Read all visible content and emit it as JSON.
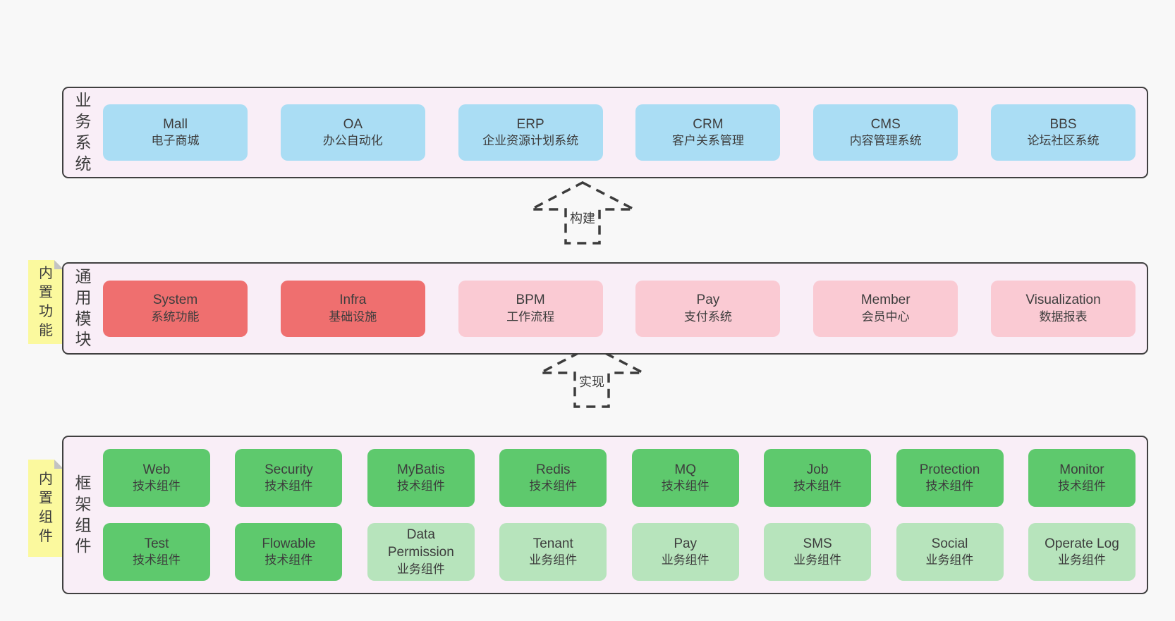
{
  "colors": {
    "page_bg": "#f8f8f8",
    "band_bg": "#f9eef7",
    "band_border": "#404040",
    "box_blue": "#aaddf4",
    "box_red": "#ef6f6f",
    "box_pink": "#facad3",
    "box_green": "#5ec96d",
    "box_green_light": "#b7e4bc",
    "sticky_yellow": "#fbf99e",
    "sticky_fold": "#c3c3c3",
    "text": "#3b3b3b",
    "arrow": "#3c3c3c"
  },
  "bands": [
    {
      "label": "业务系统",
      "sticky": null,
      "rows": [
        [
          {
            "en": "Mall",
            "zh": "电子商城",
            "variant": "blue"
          },
          {
            "en": "OA",
            "zh": "办公自动化",
            "variant": "blue"
          },
          {
            "en": "ERP",
            "zh": "企业资源计划系统",
            "variant": "blue"
          },
          {
            "en": "CRM",
            "zh": "客户关系管理",
            "variant": "blue"
          },
          {
            "en": "CMS",
            "zh": "内容管理系统",
            "variant": "blue"
          },
          {
            "en": "BBS",
            "zh": "论坛社区系统",
            "variant": "blue"
          }
        ]
      ]
    },
    {
      "label": "通用模块",
      "sticky": "内置功能",
      "rows": [
        [
          {
            "en": "System",
            "zh": "系统功能",
            "variant": "red"
          },
          {
            "en": "Infra",
            "zh": "基础设施",
            "variant": "red"
          },
          {
            "en": "BPM",
            "zh": "工作流程",
            "variant": "pink"
          },
          {
            "en": "Pay",
            "zh": "支付系统",
            "variant": "pink"
          },
          {
            "en": "Member",
            "zh": "会员中心",
            "variant": "pink"
          },
          {
            "en": "Visualization",
            "zh": "数据报表",
            "variant": "pink"
          }
        ]
      ]
    },
    {
      "label": "框架组件",
      "sticky": "内置组件",
      "rows": [
        [
          {
            "en": "Web",
            "zh": "技术组件",
            "variant": "green"
          },
          {
            "en": "Security",
            "zh": "技术组件",
            "variant": "green"
          },
          {
            "en": "MyBatis",
            "zh": "技术组件",
            "variant": "green"
          },
          {
            "en": "Redis",
            "zh": "技术组件",
            "variant": "green"
          },
          {
            "en": "MQ",
            "zh": "技术组件",
            "variant": "green"
          },
          {
            "en": "Job",
            "zh": "技术组件",
            "variant": "green"
          },
          {
            "en": "Protection",
            "zh": "技术组件",
            "variant": "green"
          },
          {
            "en": "Monitor",
            "zh": "技术组件",
            "variant": "green"
          }
        ],
        [
          {
            "en": "Test",
            "zh": "技术组件",
            "variant": "green"
          },
          {
            "en": "Flowable",
            "zh": "技术组件",
            "variant": "green"
          },
          {
            "en": "Data\nPermission",
            "zh": "业务组件",
            "variant": "green-light"
          },
          {
            "en": "Tenant",
            "zh": "业务组件",
            "variant": "green-light"
          },
          {
            "en": "Pay",
            "zh": "业务组件",
            "variant": "green-light"
          },
          {
            "en": "SMS",
            "zh": "业务组件",
            "variant": "green-light"
          },
          {
            "en": "Social",
            "zh": "业务组件",
            "variant": "green-light"
          },
          {
            "en": "Operate Log",
            "zh": "业务组件",
            "variant": "green-light"
          }
        ]
      ]
    }
  ],
  "arrows": [
    {
      "label": "构建"
    },
    {
      "label": "实现"
    }
  ]
}
